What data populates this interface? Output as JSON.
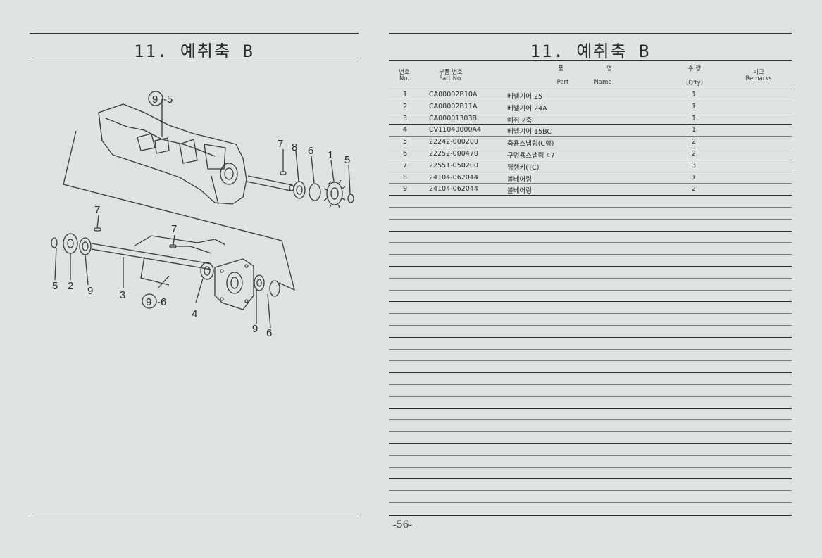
{
  "left_page": {
    "title": "11. 예취축 B",
    "callouts": {
      "c95": "9",
      "c95_suffix": "-5",
      "c96": "9",
      "c96_suffix": "-6",
      "n7a": "7",
      "n8": "8",
      "n6a": "6",
      "n1": "1",
      "n5a": "5",
      "n7b": "7",
      "n7c": "7",
      "n5b": "5",
      "n2": "2",
      "n9a": "9",
      "n3": "3",
      "n4": "4",
      "n9b": "9",
      "n6b": "6"
    }
  },
  "right_page": {
    "title": "11. 예취축 B",
    "headers": {
      "no_ko": "번호",
      "no_en": "No.",
      "partno_ko": "부품 번호",
      "partno_en": "Part No.",
      "name_ko_1": "품",
      "name_ko_2": "명",
      "name_en_1": "Part",
      "name_en_2": "Name",
      "qty_ko": "수 량",
      "qty_en": "(Q'ty)",
      "remarks_ko": "비고",
      "remarks_en": "Remarks"
    },
    "parts": [
      {
        "no": "1",
        "part_no": "CA00002B10A",
        "name": "베벨기어 25",
        "qty": "1"
      },
      {
        "no": "2",
        "part_no": "CA00002B11A",
        "name": "베벨기어 24A",
        "qty": "1"
      },
      {
        "no": "3",
        "part_no": "CA00001303B",
        "name": "예취 2축",
        "qty": "1"
      },
      {
        "no": "4",
        "part_no": "CV11040000A4",
        "name": "베벨기어 15BC",
        "qty": "1"
      },
      {
        "no": "5",
        "part_no": "22242-000200",
        "name": "축용스냅링(C형)",
        "qty": "2"
      },
      {
        "no": "6",
        "part_no": "22252-000470",
        "name": "구멍용스냅링 47",
        "qty": "2"
      },
      {
        "no": "7",
        "part_no": "22551-050200",
        "name": "평행키(TC)",
        "qty": "3"
      },
      {
        "no": "8",
        "part_no": "24104-062044",
        "name": "볼베어링",
        "qty": "1"
      },
      {
        "no": "9",
        "part_no": "24104-062044",
        "name": "볼베어링",
        "qty": "2"
      }
    ],
    "page_number": "-56-"
  }
}
